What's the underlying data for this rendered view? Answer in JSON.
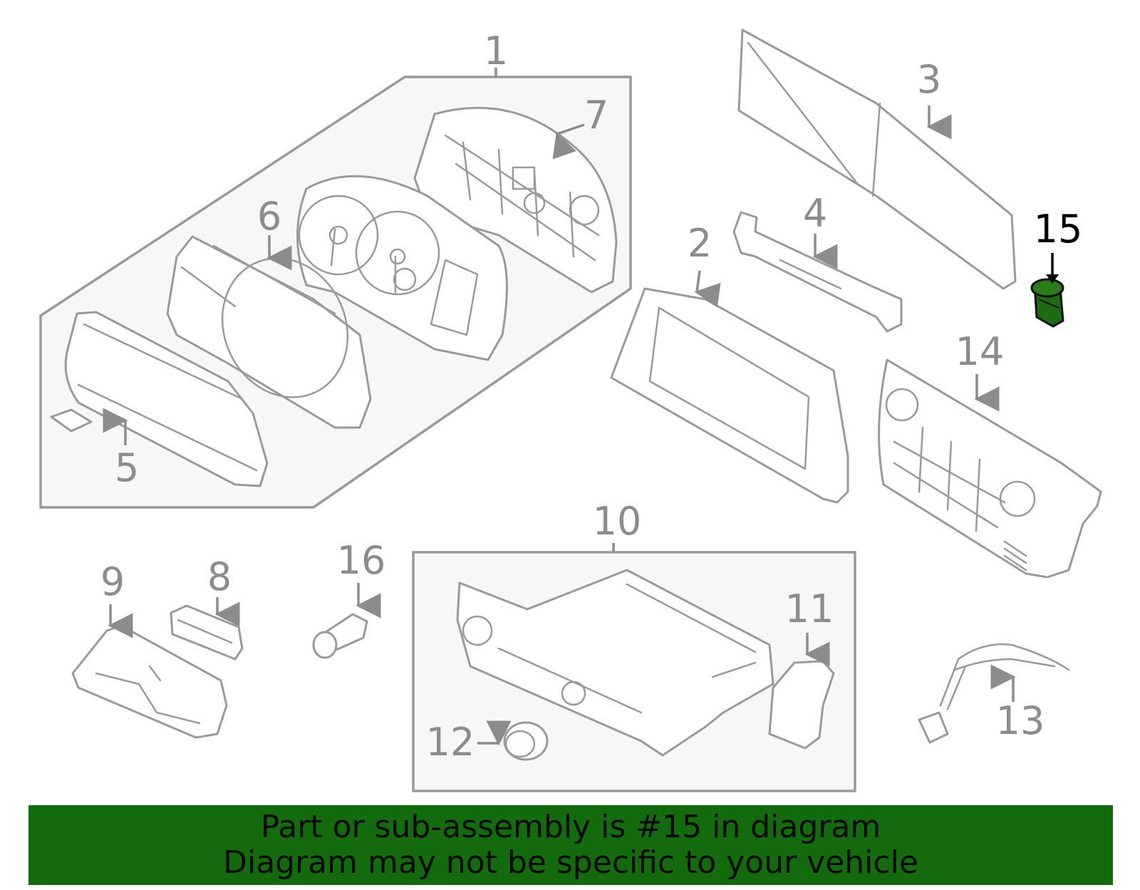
{
  "callouts": {
    "c1": "1",
    "c2": "2",
    "c3": "3",
    "c4": "4",
    "c5": "5",
    "c6": "6",
    "c7": "7",
    "c8": "8",
    "c9": "9",
    "c10": "10",
    "c11": "11",
    "c12": "12",
    "c13": "13",
    "c14": "14",
    "c15": "15",
    "c16": "16"
  },
  "highlighted_part": "15",
  "colors": {
    "highlight_part": "#1f6b14",
    "banner_background": "#136b0e",
    "line_gray": "#9a9a9a"
  },
  "banner": {
    "line1": "Part or sub-assembly is #15 in diagram",
    "line2": "Diagram may not be specific to your vehicle"
  }
}
